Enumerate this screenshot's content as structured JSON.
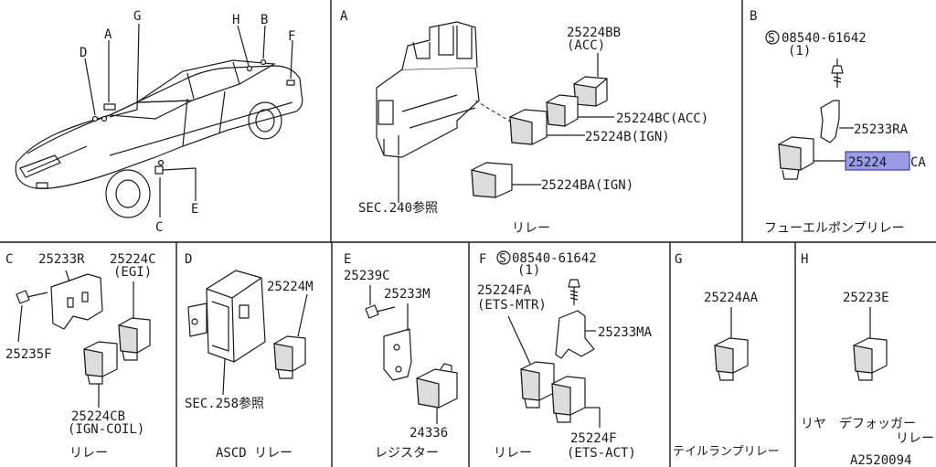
{
  "diagram_id": "A2520094",
  "sections": {
    "overview": {
      "callouts": [
        "A",
        "B",
        "C",
        "D",
        "E",
        "F",
        "G",
        "H"
      ]
    },
    "A": {
      "letter": "A",
      "parts": [
        {
          "code": "25224BB",
          "note": "(ACC)"
        },
        {
          "code": "25224BC(ACC)"
        },
        {
          "code": "25224B(IGN)"
        },
        {
          "code": "25224BA(IGN)"
        }
      ],
      "ref": "SEC.240参照",
      "caption": "リレー"
    },
    "B": {
      "letter": "B",
      "screw_code": "08540-61642",
      "screw_qty": "(1)",
      "bracket": "25233RA",
      "relay": "25224",
      "relay_suffix": "CA",
      "caption": "フューエルポンプリレー"
    },
    "C": {
      "letter": "C",
      "bracket": "25233R",
      "relay_top": "25224C",
      "relay_top_note": "(EGI)",
      "bolt": "25235F",
      "relay_bottom": "25224CB",
      "relay_bottom_note": "(IGN-COIL)",
      "caption": "リレー"
    },
    "D": {
      "letter": "D",
      "relay": "25224M",
      "ref": "SEC.258参照",
      "caption": "ASCD リレー"
    },
    "E": {
      "letter": "E",
      "bolt": "25239C",
      "bracket": "25233M",
      "resistor": "24336",
      "caption": "レジスター"
    },
    "F": {
      "letter": "F",
      "screw_code": "08540-61642",
      "screw_qty": "(1)",
      "relay_a": "25224FA",
      "relay_a_note": "(ETS-MTR)",
      "bracket": "25233MA",
      "relay_b": "25224F",
      "relay_b_note": "(ETS-ACT)",
      "caption": "リレー"
    },
    "G": {
      "letter": "G",
      "relay": "25224AA",
      "caption": "テイルランプリレー"
    },
    "H": {
      "letter": "H",
      "relay": "25223E",
      "caption_1": "リヤ　デフォッガー",
      "caption_2": "リレー"
    }
  }
}
